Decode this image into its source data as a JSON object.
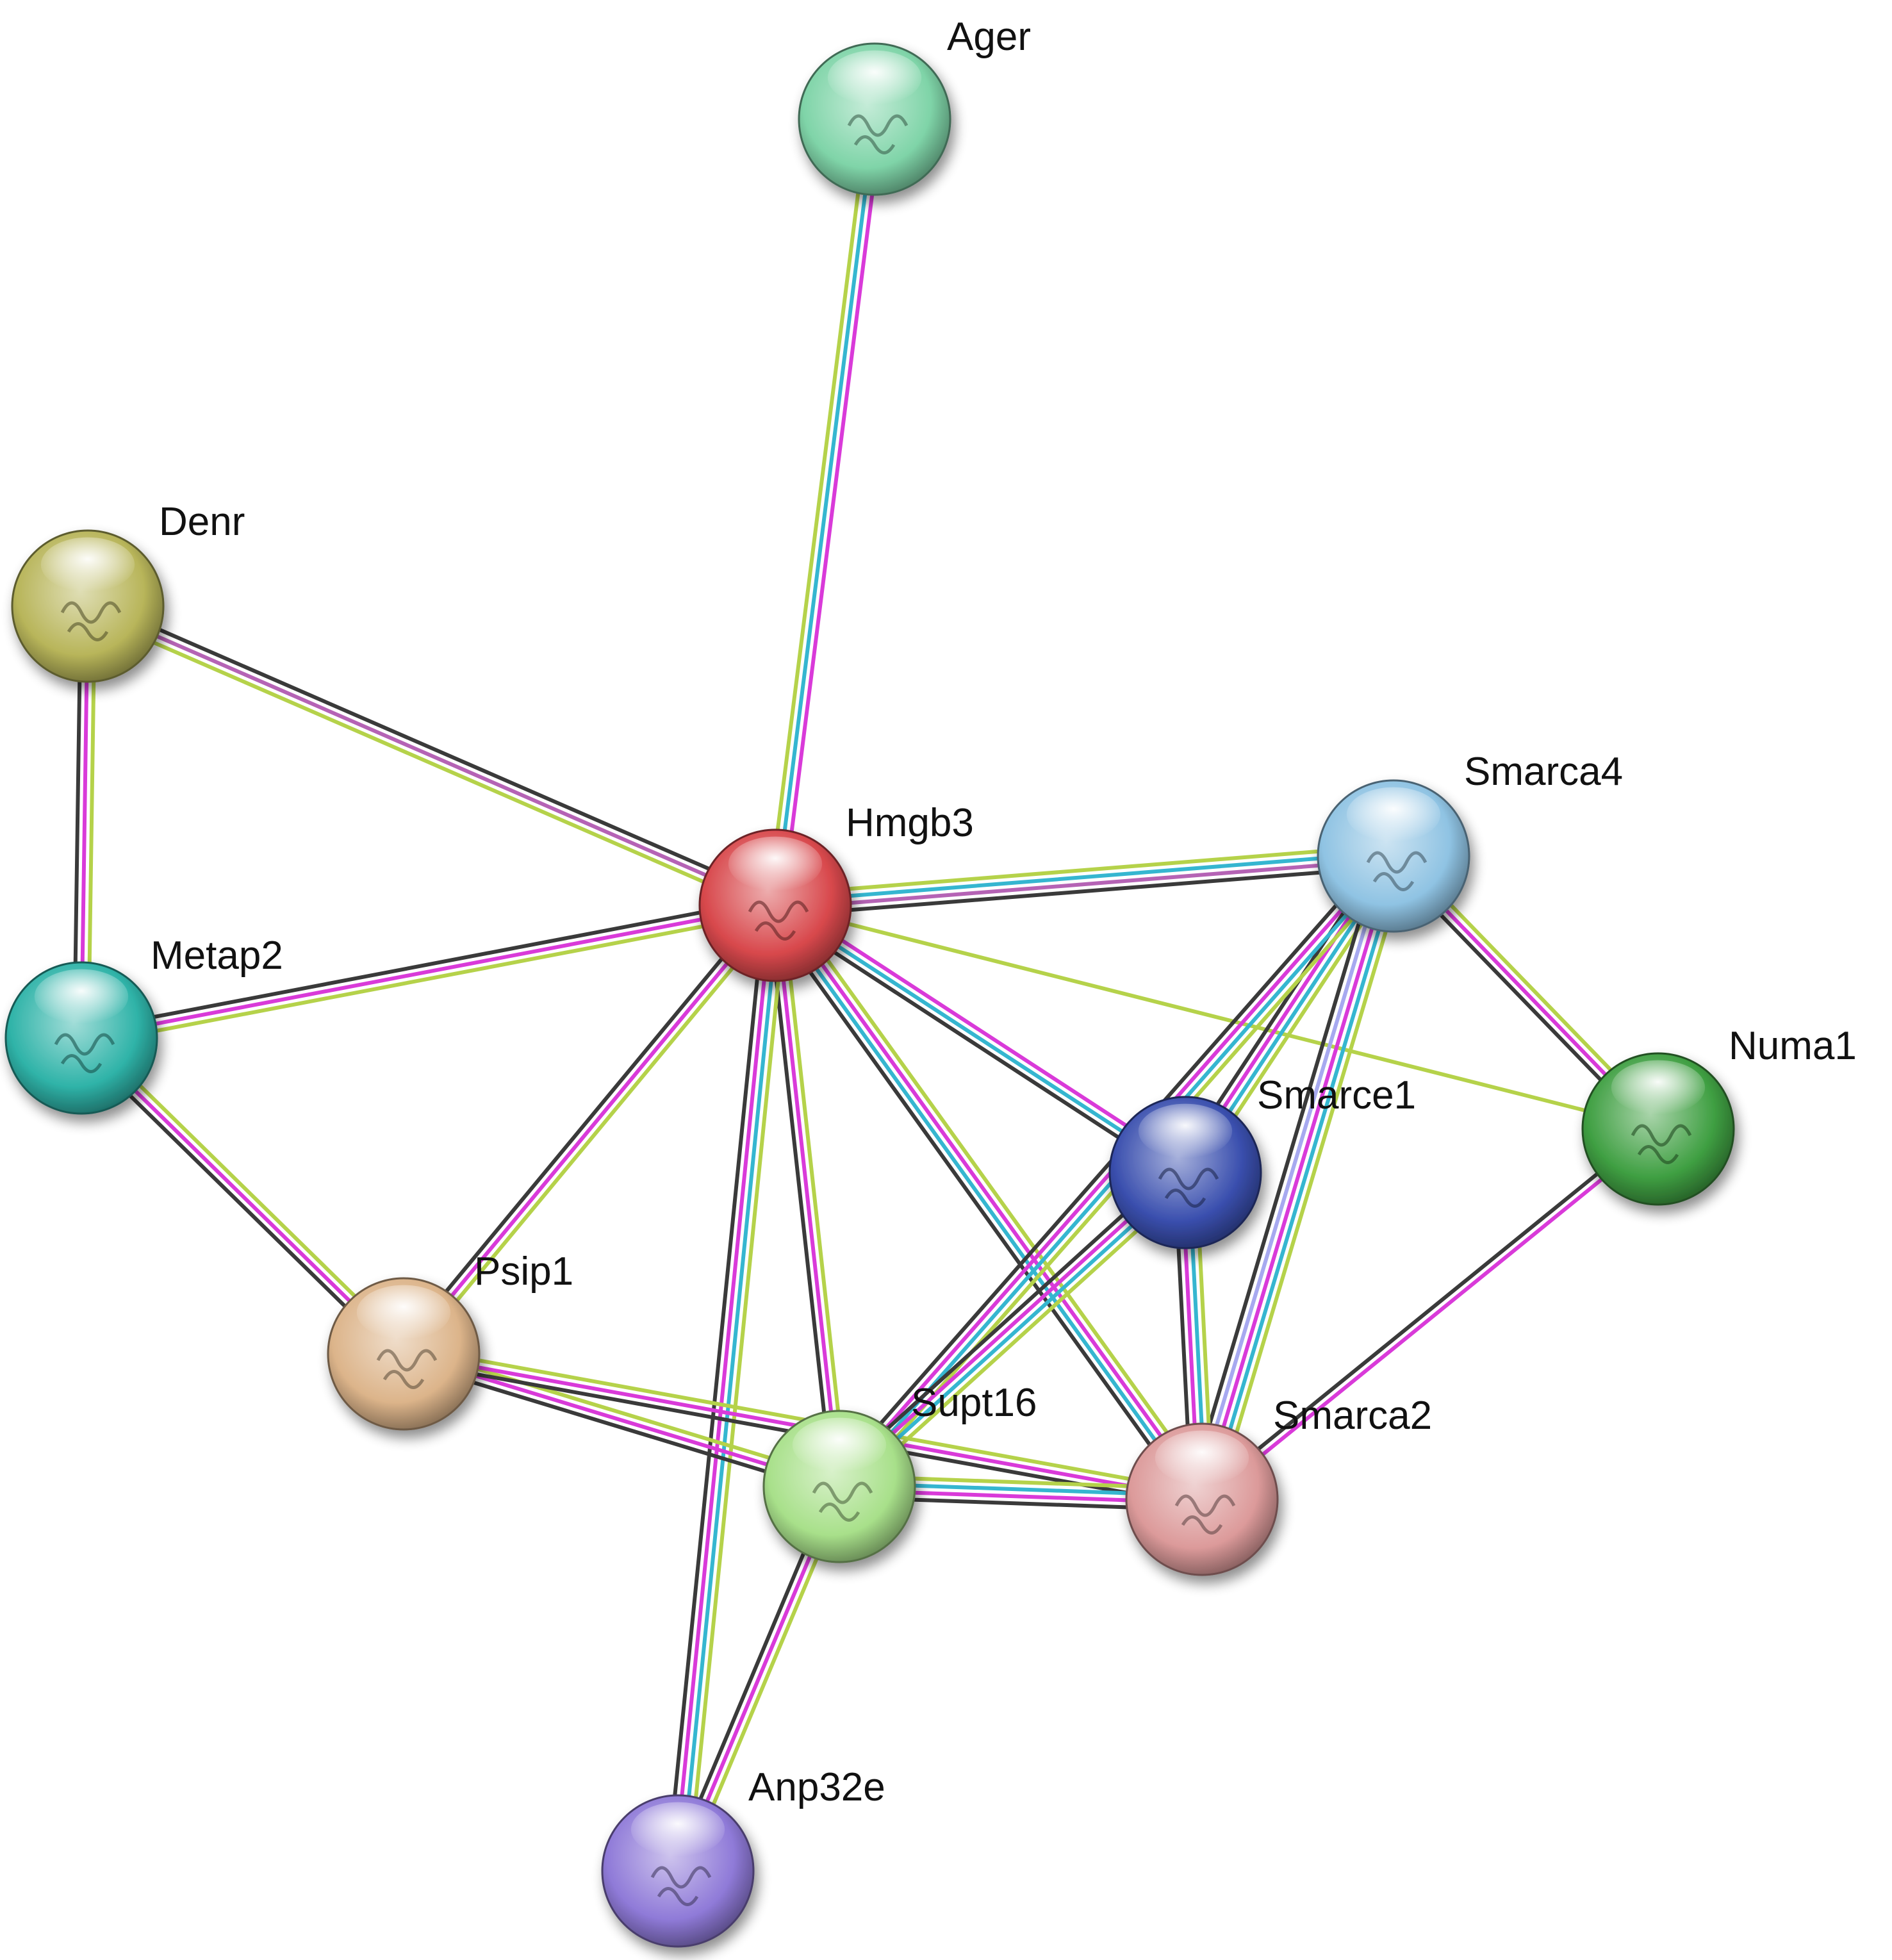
{
  "diagram": {
    "nodes": [
      {
        "id": "Ager",
        "label": "Ager",
        "color": "#7fd4a8"
      },
      {
        "id": "Denr",
        "label": "Denr",
        "color": "#b8b55a"
      },
      {
        "id": "Hmgb3",
        "label": "Hmgb3",
        "color": "#d8484c"
      },
      {
        "id": "Smarca4",
        "label": "Smarca4",
        "color": "#8fc3e3"
      },
      {
        "id": "Metap2",
        "label": "Metap2",
        "color": "#2fb3a8"
      },
      {
        "id": "Numa1",
        "label": "Numa1",
        "color": "#3f9f42"
      },
      {
        "id": "Smarce1",
        "label": "Smarce1",
        "color": "#3a4fae"
      },
      {
        "id": "Psip1",
        "label": "Psip1",
        "color": "#dcb48a"
      },
      {
        "id": "Supt16",
        "label": "Supt16",
        "color": "#a8e08a"
      },
      {
        "id": "Smarca2",
        "label": "Smarca2",
        "color": "#dc9a9a"
      },
      {
        "id": "Anp32e",
        "label": "Anp32e",
        "color": "#8f7ad8"
      }
    ],
    "edge_colors": {
      "black": "#3a3a3a",
      "magenta": "#d93ad9",
      "cyan": "#35b6d0",
      "olive": "#b5d24a",
      "purple": "#b563b5",
      "lavender": "#a7a9f0"
    },
    "edges": [
      {
        "source": "Hmgb3",
        "target": "Ager",
        "lines": [
          "olive",
          "cyan",
          "magenta"
        ]
      },
      {
        "source": "Hmgb3",
        "target": "Denr",
        "lines": [
          "olive",
          "purple",
          "black"
        ]
      },
      {
        "source": "Hmgb3",
        "target": "Metap2",
        "lines": [
          "olive",
          "magenta",
          "black"
        ]
      },
      {
        "source": "Hmgb3",
        "target": "Smarca4",
        "lines": [
          "olive",
          "cyan",
          "purple",
          "black"
        ]
      },
      {
        "source": "Hmgb3",
        "target": "Numa1",
        "lines": [
          "olive"
        ]
      },
      {
        "source": "Hmgb3",
        "target": "Smarce1",
        "lines": [
          "magenta",
          "cyan",
          "black"
        ]
      },
      {
        "source": "Hmgb3",
        "target": "Psip1",
        "lines": [
          "olive",
          "magenta",
          "black"
        ]
      },
      {
        "source": "Hmgb3",
        "target": "Supt16",
        "lines": [
          "olive",
          "magenta",
          "black"
        ]
      },
      {
        "source": "Hmgb3",
        "target": "Smarca2",
        "lines": [
          "olive",
          "magenta",
          "cyan",
          "black"
        ]
      },
      {
        "source": "Hmgb3",
        "target": "Anp32e",
        "lines": [
          "olive",
          "cyan",
          "magenta",
          "black"
        ]
      },
      {
        "source": "Denr",
        "target": "Metap2",
        "lines": [
          "olive",
          "magenta",
          "black"
        ]
      },
      {
        "source": "Metap2",
        "target": "Psip1",
        "lines": [
          "olive",
          "magenta",
          "black"
        ]
      },
      {
        "source": "Psip1",
        "target": "Supt16",
        "lines": [
          "olive",
          "magenta",
          "black"
        ]
      },
      {
        "source": "Psip1",
        "target": "Smarca2",
        "lines": [
          "olive",
          "magenta",
          "black"
        ]
      },
      {
        "source": "Smarca4",
        "target": "Smarce1",
        "lines": [
          "olive",
          "cyan",
          "magenta",
          "black"
        ]
      },
      {
        "source": "Smarca4",
        "target": "Numa1",
        "lines": [
          "olive",
          "magenta",
          "black"
        ]
      },
      {
        "source": "Smarca4",
        "target": "Supt16",
        "lines": [
          "olive",
          "cyan",
          "magenta",
          "black"
        ]
      },
      {
        "source": "Smarca4",
        "target": "Smarca2",
        "lines": [
          "olive",
          "cyan",
          "magenta",
          "lavender",
          "black"
        ]
      },
      {
        "source": "Smarce1",
        "target": "Supt16",
        "lines": [
          "olive",
          "cyan",
          "magenta",
          "black"
        ]
      },
      {
        "source": "Smarce1",
        "target": "Smarca2",
        "lines": [
          "olive",
          "cyan",
          "magenta",
          "black"
        ]
      },
      {
        "source": "Numa1",
        "target": "Smarca2",
        "lines": [
          "magenta",
          "black"
        ]
      },
      {
        "source": "Supt16",
        "target": "Smarca2",
        "lines": [
          "olive",
          "cyan",
          "magenta",
          "black"
        ]
      },
      {
        "source": "Supt16",
        "target": "Anp32e",
        "lines": [
          "olive",
          "magenta",
          "black"
        ]
      }
    ]
  }
}
